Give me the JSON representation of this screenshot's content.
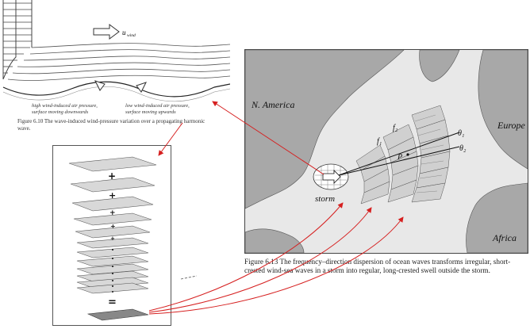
{
  "wind_figure": {
    "u_label": "u",
    "u_subscript": "wind",
    "high_caption": "high wind-induced air pressure, surface moving downwards",
    "low_caption": "low wind-induced air pressure, surface moving upwards",
    "figure_caption": "Figure 6.10 The wave-induced wind-pressure variation over a propagating harmonic wave."
  },
  "stack_figure": {
    "plus_symbol": "+",
    "equals_symbol": "="
  },
  "map_figure": {
    "north_america_label": "N. America",
    "europe_label": "Europe",
    "africa_label": "Africa",
    "storm_label": "storm",
    "f1_label": "f₁",
    "f2_label": "f₂",
    "p_label": "P",
    "theta1_label": "θ₁",
    "theta2_label": "θ₂",
    "figure_caption": "Figure 6.13 The frequency–direction dispersion of ocean waves transforms irregular, short-crested wind-sea waves in a storm into regular, long-crested swell outside the storm."
  },
  "colors": {
    "arrow": "#d62020",
    "land": "#a8a8a8",
    "sea": "#e8e8e8",
    "outline": "#444444"
  }
}
